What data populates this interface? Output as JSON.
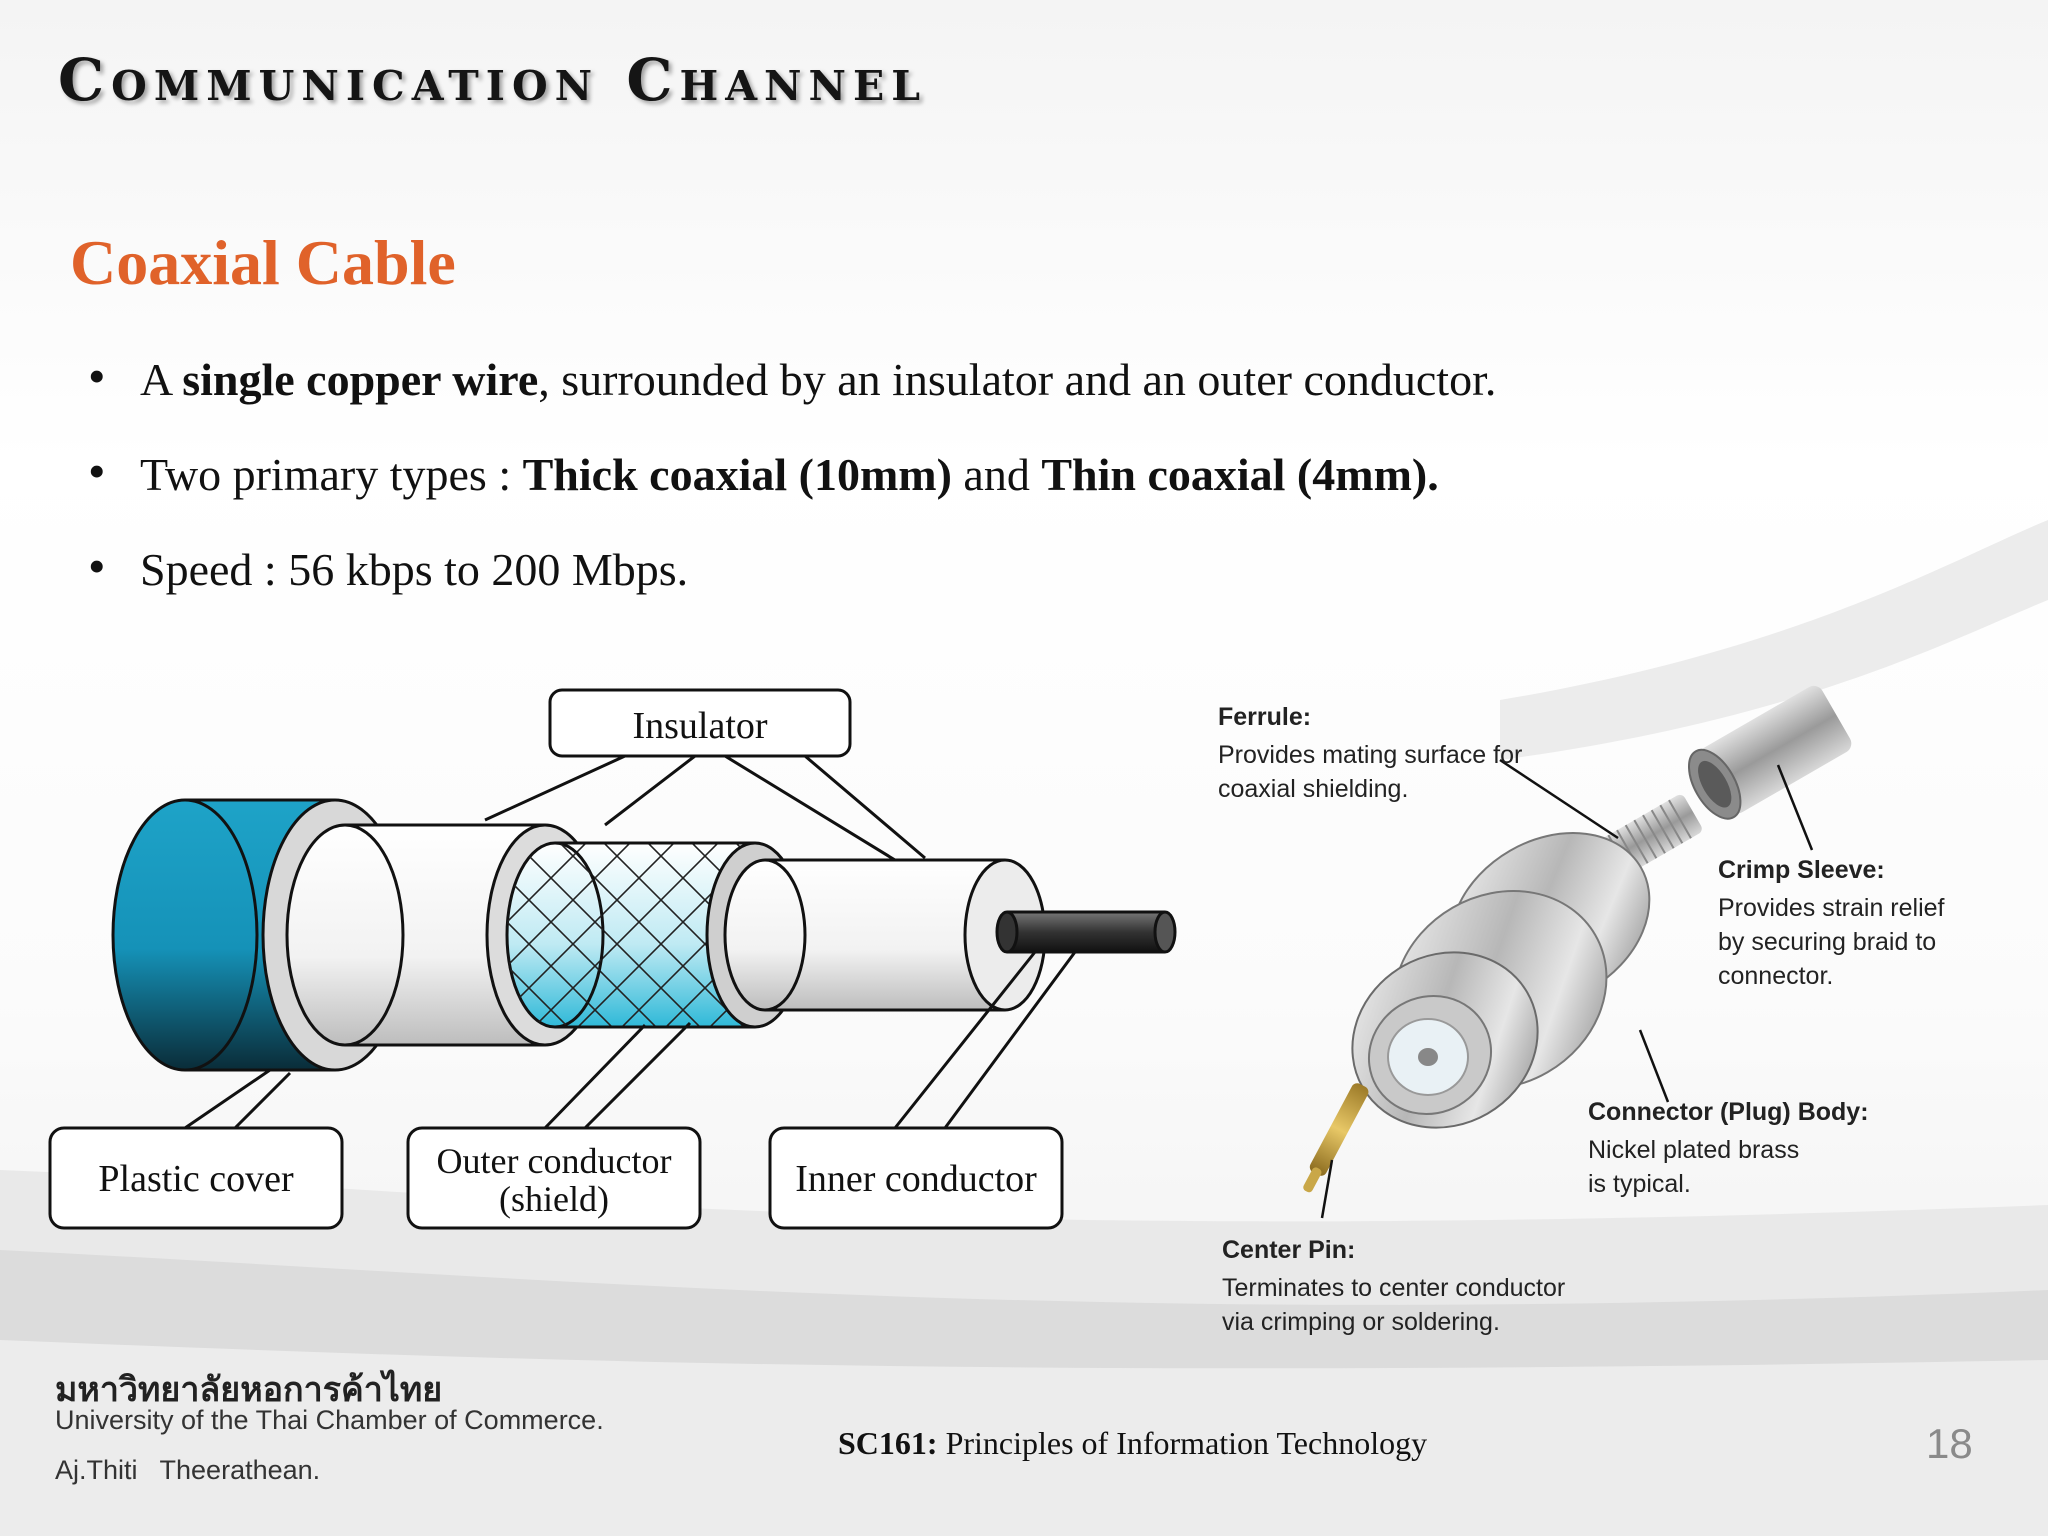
{
  "slide": {
    "title": "Communication Channel",
    "subtitle": "Coaxial Cable",
    "bullets": [
      {
        "text": [
          "A ",
          "single copper wire",
          ", surrounded by an insulator and an outer conductor."
        ]
      },
      {
        "text": [
          "Two primary types : ",
          "Thick coaxial (10mm)",
          " and ",
          "Thin coaxial (4mm)."
        ]
      },
      {
        "text": [
          "Speed : 56 kbps to 200 Mbps."
        ]
      }
    ],
    "bullet_glyph": "•"
  },
  "cable_diagram": {
    "labels": {
      "insulator": "Insulator",
      "plastic_cover": "Plastic cover",
      "outer_conductor_1": "Outer conductor",
      "outer_conductor_2": "(shield)",
      "inner_conductor": "Inner conductor"
    },
    "colors": {
      "jacket": "#1b9bc0",
      "jacket_dark": "#0c3d4e",
      "shield": "#3ec1dd",
      "line": "#111111"
    }
  },
  "connector_diagram": {
    "ferrule_title": "Ferrule:",
    "ferrule_desc_1": "Provides mating surface for",
    "ferrule_desc_2": "coaxial shielding.",
    "crimp_title": "Crimp Sleeve:",
    "crimp_desc_1": "Provides strain relief",
    "crimp_desc_2": "by securing braid to",
    "crimp_desc_3": "connector.",
    "body_title": "Connector (Plug) Body:",
    "body_desc_1": "Nickel plated brass",
    "body_desc_2": "is typical.",
    "pin_title": "Center Pin:",
    "pin_desc_1": "Terminates to center conductor",
    "pin_desc_2": "via crimping or soldering."
  },
  "footer": {
    "thai_name": "มหาวิทยาลัยหอการค้าไทย",
    "university": "University of the Thai Chamber of Commerce.",
    "author": "Aj.Thiti   Theerathean.",
    "course_code": "SC161:",
    "course_name": " Principles of Information Technology",
    "page_number": "18"
  }
}
